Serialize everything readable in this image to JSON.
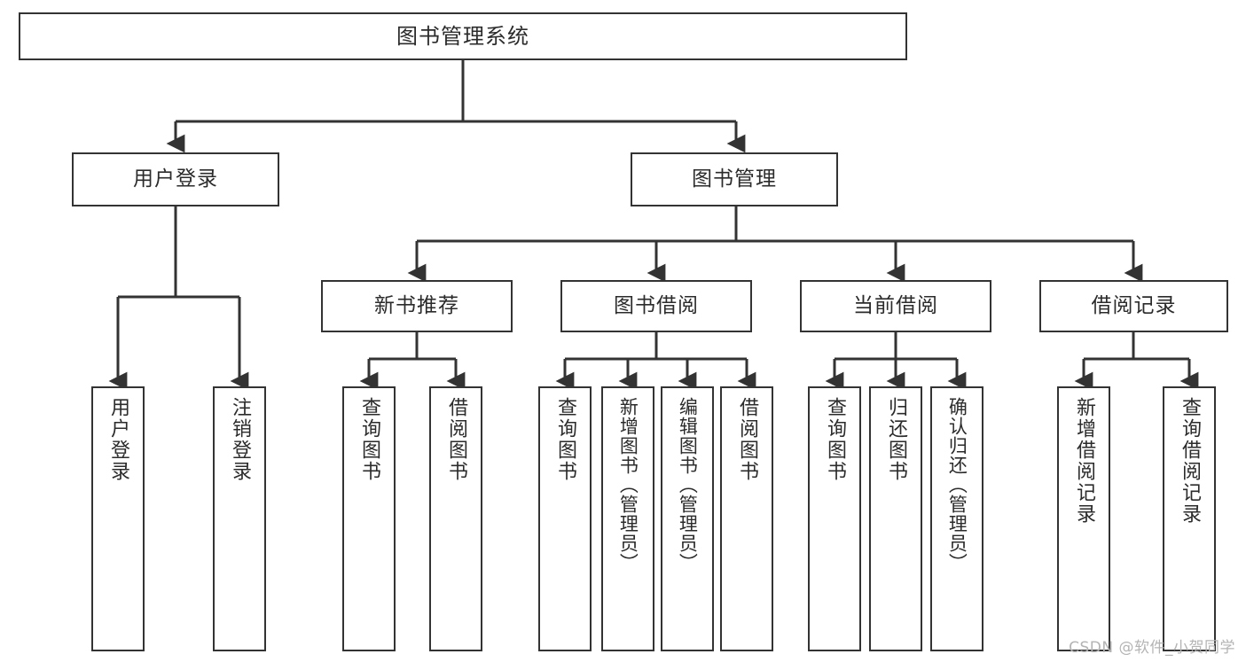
{
  "diagram": {
    "title": "图书管理系统",
    "watermark": "CSDN @软件_小贺同学",
    "stroke_color": "#333333",
    "text_color": "#2b2b2b",
    "background_color": "#ffffff",
    "type": "tree-hierarchy",
    "root": {
      "label": "图书管理系统"
    },
    "level2": [
      {
        "label": "用户登录"
      },
      {
        "label": "图书管理"
      }
    ],
    "level3": [
      {
        "label": "新书推荐"
      },
      {
        "label": "图书借阅"
      },
      {
        "label": "当前借阅"
      },
      {
        "label": "借阅记录"
      }
    ],
    "leaves": {
      "user_login": [
        {
          "label": "用户登录"
        },
        {
          "label": "注销登录"
        }
      ],
      "new_book_recommend": [
        {
          "label": "查询图书"
        },
        {
          "label": "借阅图书"
        }
      ],
      "book_borrow": [
        {
          "label": "查询图书"
        },
        {
          "label": "新增图书（管理员）"
        },
        {
          "label": "编辑图书（管理员）"
        },
        {
          "label": "借阅图书"
        }
      ],
      "current_borrow": [
        {
          "label": "查询图书"
        },
        {
          "label": "归还图书"
        },
        {
          "label": "确认归还（管理员）"
        }
      ],
      "borrow_record": [
        {
          "label": "新增借阅记录"
        },
        {
          "label": "查询借阅记录"
        }
      ]
    }
  }
}
